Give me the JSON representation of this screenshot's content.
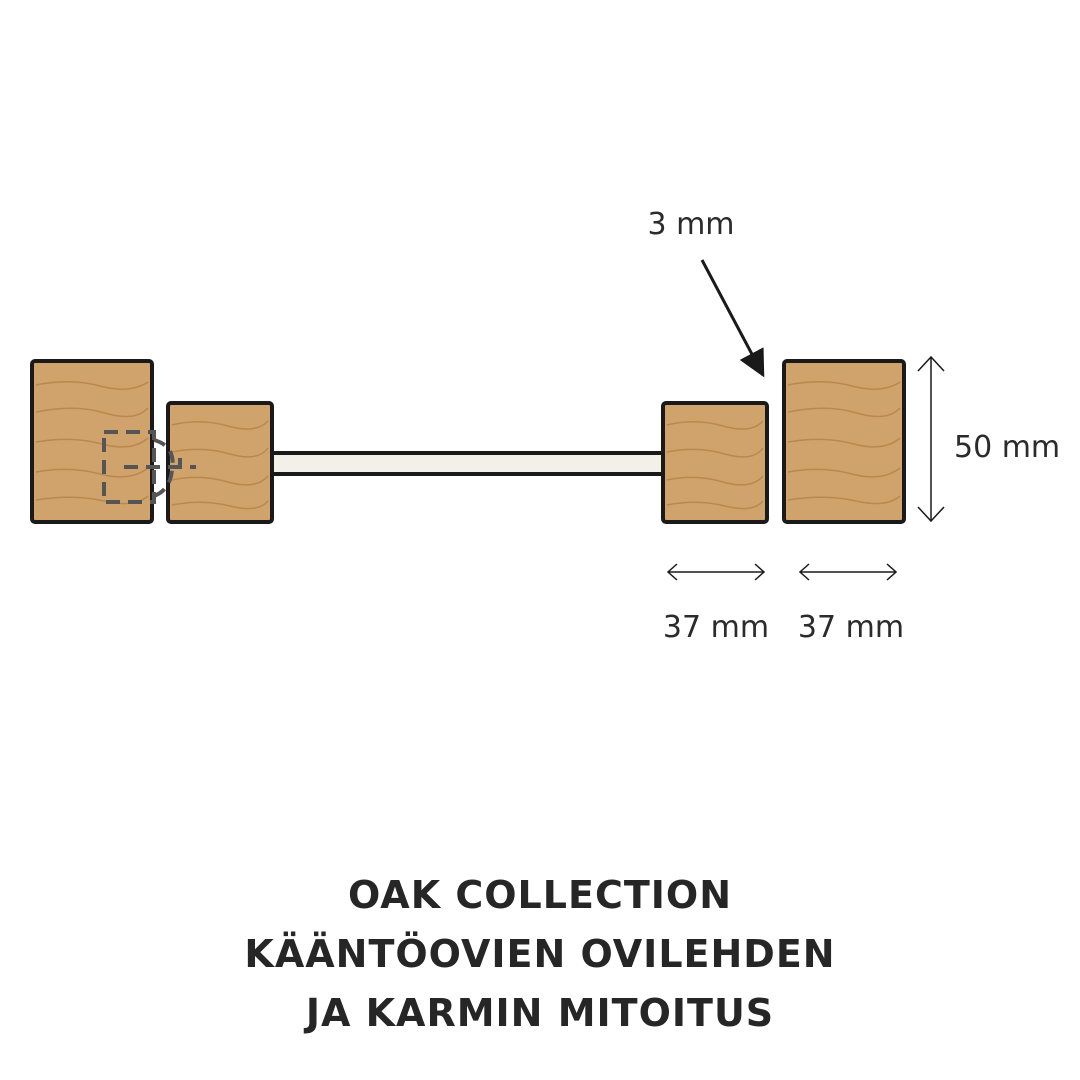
{
  "diagram": {
    "gap_label": "3 mm",
    "height_label": "50 mm",
    "width_label_1": "37 mm",
    "width_label_2": "37 mm",
    "colors": {
      "wood": "#d1a36c",
      "grain": "#b8884f",
      "outline": "#1a1a1a",
      "panel": "#f3f0ea",
      "hinge": "#555555",
      "text": "#2b2b2b"
    }
  },
  "title": {
    "line1": "OAK COLLECTION",
    "line2": "KÄÄNTÖOVIEN OVILEHDEN",
    "line3": "JA KARMIN MITOITUS"
  }
}
